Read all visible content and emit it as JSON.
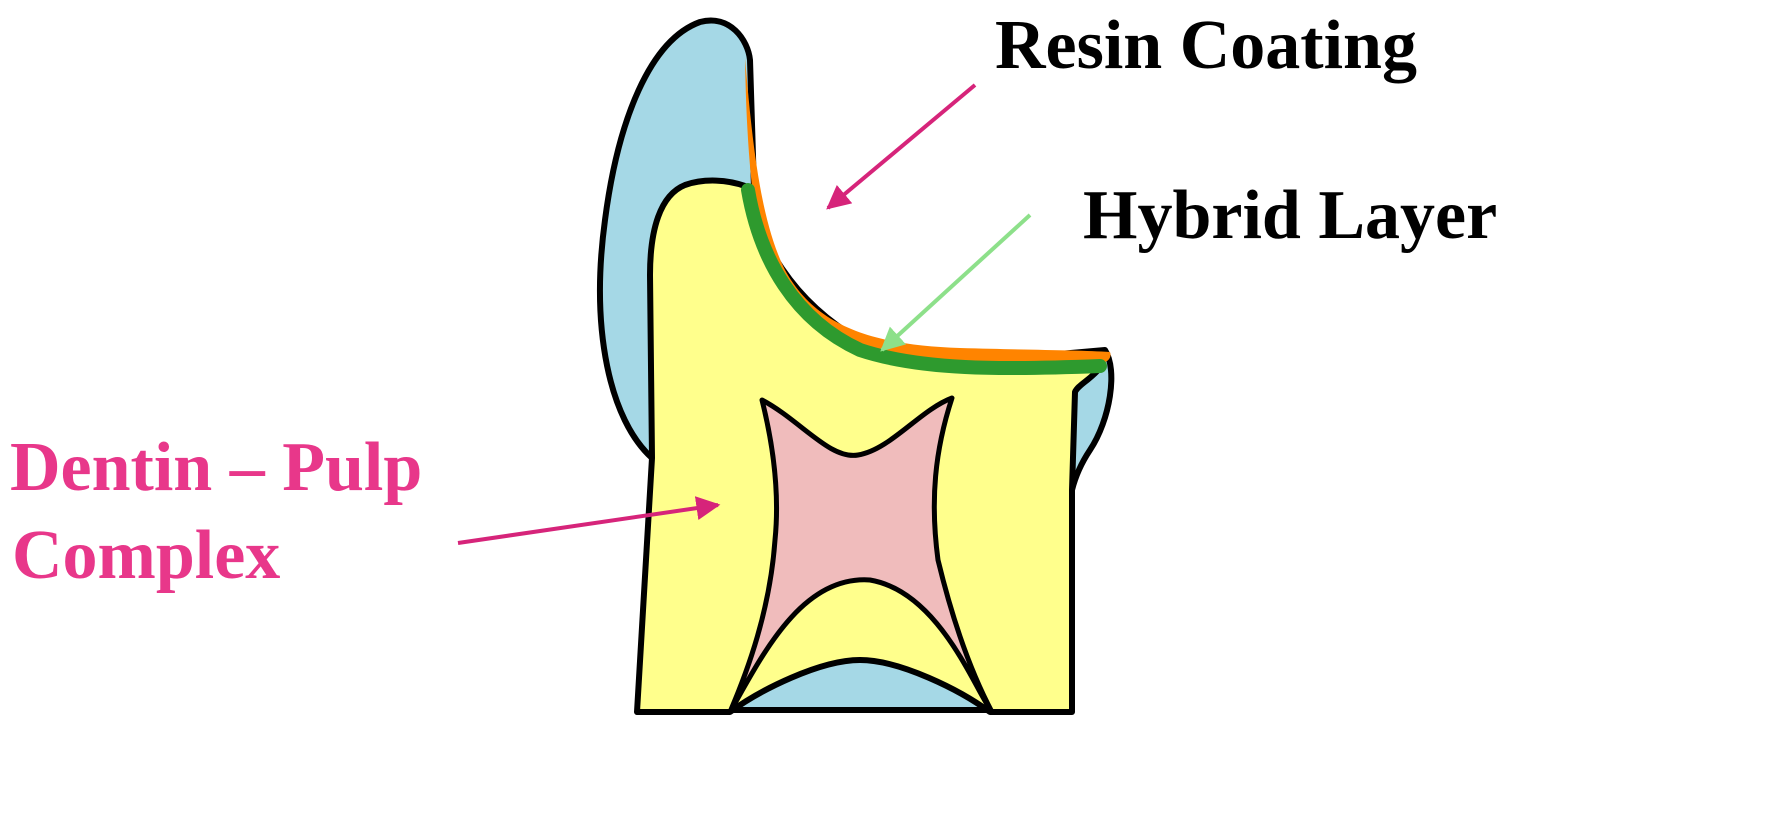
{
  "labels": {
    "resin_coating": "Resin Coating",
    "hybrid_layer": "Hybrid Layer",
    "dentin_pulp_line1": "Dentin – Pulp",
    "dentin_pulp_line2": "Complex"
  },
  "colors": {
    "background": "#ffffff",
    "enamel": "#a5d8e6",
    "dentin": "#ffff8c",
    "pulp": "#f0bcbc",
    "resin_coating": "#ff8400",
    "hybrid_layer": "#2e9a2e",
    "outline": "#000000",
    "label_dark": "#000000",
    "label_pink": "#e8378a",
    "arrow_resin": "#d6247a",
    "arrow_hybrid": "#8de08a",
    "arrow_dentin": "#d6247a"
  }
}
